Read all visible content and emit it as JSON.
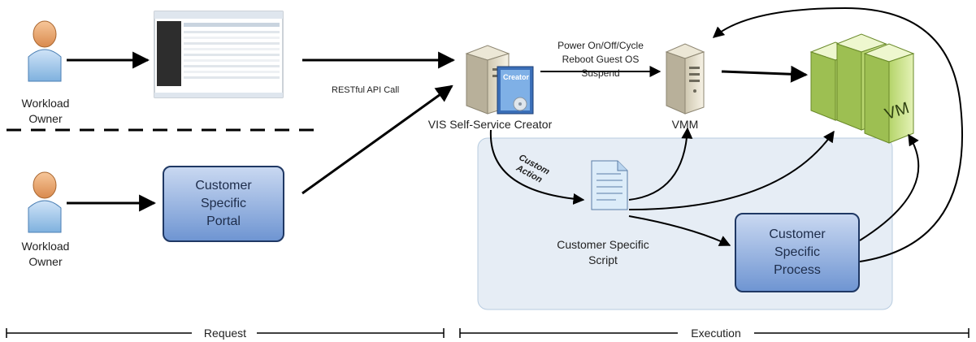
{
  "actors": {
    "owner_top": [
      "Workload",
      "Owner"
    ],
    "owner_bottom": [
      "Workload",
      "Owner"
    ]
  },
  "boxes": {
    "portal": [
      "Customer",
      "Specific",
      "Portal"
    ],
    "process": [
      "Customer",
      "Specific",
      "Process"
    ]
  },
  "labels": {
    "restful": "RESTful API Call",
    "creator": "VIS Self-Service Creator",
    "power_ops": [
      "Power On/Off/Cycle",
      "Reboot Guest OS",
      "Suspend"
    ],
    "vmm": "VMM",
    "custom_action": [
      "Custom",
      "Action"
    ],
    "script": [
      "Customer Specific",
      "Script"
    ],
    "vm": "VM",
    "creator_badge": "Creator"
  },
  "timeline": {
    "request": "Request",
    "execution": "Execution"
  }
}
